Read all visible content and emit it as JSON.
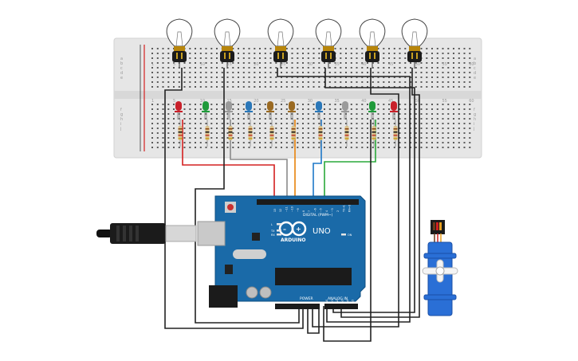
{
  "breadboard": {
    "col_numbers": [
      "1",
      "5",
      "10",
      "15",
      "20",
      "25",
      "30",
      "35",
      "40",
      "45",
      "50",
      "55",
      "60"
    ],
    "row_letters_top": [
      "a",
      "b",
      "c",
      "d",
      "e"
    ],
    "row_letters_bottom": [
      "f",
      "g",
      "h",
      "i",
      "j"
    ]
  },
  "bulbs": {
    "count": 6
  },
  "leds": {
    "colors": [
      "#c8202a",
      "#1f9a3a",
      "#9a9a9a",
      "#2a77b8",
      "#9a6a22",
      "#9a6a22",
      "#2a77b8",
      "#9a9a9a",
      "#1f9a3a",
      "#c8202a"
    ]
  },
  "arduino": {
    "brand": "ARDUINO",
    "model": "UNO",
    "digital_label": "DIGITAL (PWM~)",
    "power_label": "POWER",
    "analog_label": "ANALOG IN",
    "aref_label": "AREF",
    "gnd_label": "GND",
    "tx_label": "TX",
    "rx_label": "RX",
    "l_label": "L",
    "on_label": "ON",
    "reset_label": "RESET",
    "vin_label": "VIN",
    "v5_label": "5V",
    "v33_label": "3.3V",
    "ioref_label": "IOREF",
    "digital_pins": [
      "13",
      "12",
      "~11",
      "~10",
      "~9",
      "8",
      "7",
      "~6",
      "~5",
      "4",
      "~3",
      "2",
      "TX→1",
      "RX←0"
    ],
    "analog_pins": [
      "A0",
      "A1",
      "A2",
      "A3",
      "A4",
      "A5"
    ],
    "icsp_label": "ICSP"
  },
  "colors": {
    "board": "#1a6aa8",
    "breadboard": "#e8e8e8",
    "wire_red": "#d42020",
    "wire_black": "#222222",
    "wire_gray": "#8a8a8a",
    "wire_orange": "#e8820a",
    "wire_blue": "#1e78c8",
    "wire_green": "#2aa83a",
    "servo": "#2a6fd6"
  }
}
